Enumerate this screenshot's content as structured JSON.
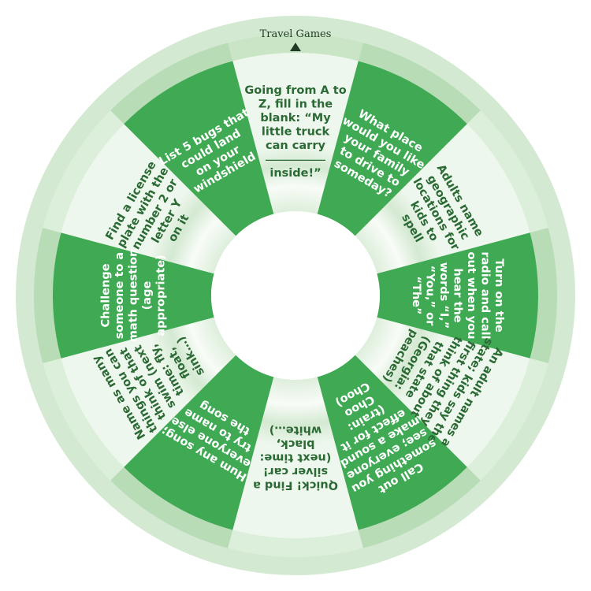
{
  "title": "Travel Games",
  "colors": {
    "dark_segment": "#3fa953",
    "light_segment": "#e7f3e6",
    "outer_dark_band": "#b7dcb6",
    "outer_light_band": "#dcefda",
    "rim": "#cfe7cd",
    "hub": "#ffffff",
    "dark_text": "#ffffff",
    "light_text": "#2b6a34",
    "title_text": "#1f3a22"
  },
  "segments": [
    {
      "id": "fill-in-blank",
      "shade": "light",
      "lines": [
        "Going from A to",
        "Z, fill in the",
        "blank: “My",
        "little truck",
        "can carry",
        "",
        "inside!”"
      ]
    },
    {
      "id": "place-to-drive",
      "shade": "dark",
      "lines": [
        "What place",
        "would you like",
        "your family",
        "to drive to",
        "someday?"
      ]
    },
    {
      "id": "geographic-locations",
      "shade": "light",
      "lines": [
        "Adults name",
        "geographic",
        "locations for",
        "kids to",
        "spell"
      ]
    },
    {
      "id": "radio-words",
      "shade": "dark",
      "lines": [
        "Turn on the",
        "radio and call",
        "out when you",
        "hear the",
        "words “I,”",
        "“You,” or",
        "“The”"
      ]
    },
    {
      "id": "state-names",
      "shade": "light",
      "lines": [
        "An adult names a",
        "state; kids say the",
        "first thing they",
        "think of about",
        "that state",
        "(Georgia:",
        "peaches)"
      ]
    },
    {
      "id": "sound-effect",
      "shade": "dark",
      "lines": [
        "Call out",
        "something you",
        "see; everyone",
        "make a sound",
        "effect for it",
        "(train:",
        "Choo",
        "Choo)"
      ]
    },
    {
      "id": "silver-car",
      "shade": "light",
      "lines": [
        "Quick! Find a",
        "silver car!",
        "(next time:",
        "black,",
        "white…)"
      ]
    },
    {
      "id": "hum-song",
      "shade": "dark",
      "lines": [
        "Hum any song;",
        "everyone else",
        "try to name",
        "the song"
      ]
    },
    {
      "id": "name-things",
      "shade": "light",
      "lines": [
        "Name as many",
        "things you can",
        "think of that",
        "swim (next",
        "time: fly,",
        "float,",
        "sink…)"
      ]
    },
    {
      "id": "math-question",
      "shade": "dark",
      "lines": [
        "Challenge",
        "someone to a",
        "math question",
        "(age",
        "appropriate)"
      ]
    },
    {
      "id": "license-plate",
      "shade": "light",
      "lines": [
        "Find a license",
        "plate with the",
        "number 2 or",
        "letter Y",
        "on it"
      ]
    },
    {
      "id": "list-bugs",
      "shade": "dark",
      "lines": [
        "List 5 bugs that",
        "could land",
        "on your",
        "windshield"
      ]
    }
  ]
}
